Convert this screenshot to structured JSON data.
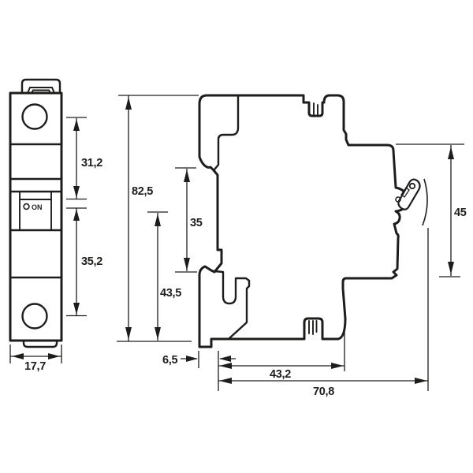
{
  "page": {
    "background": "#ffffff",
    "line_color": "#1d1d1b"
  },
  "drawing": {
    "title": "DIN-rail circuit breaker dimensional drawing, front view and side view, dimensions in mm",
    "front_view": {
      "switch_label": "ON",
      "dim_upper_section": "31,2",
      "dim_lower_section": "35,2",
      "dim_width": "17,7"
    },
    "side_view": {
      "dim_total_height": "82,5",
      "dim_rail_recess": "35",
      "dim_lower_height": "43,5",
      "dim_right_face_height": "45",
      "dim_front_offset": "6,5",
      "dim_body_depth": "43,2",
      "dim_total_depth": "70,8"
    }
  }
}
